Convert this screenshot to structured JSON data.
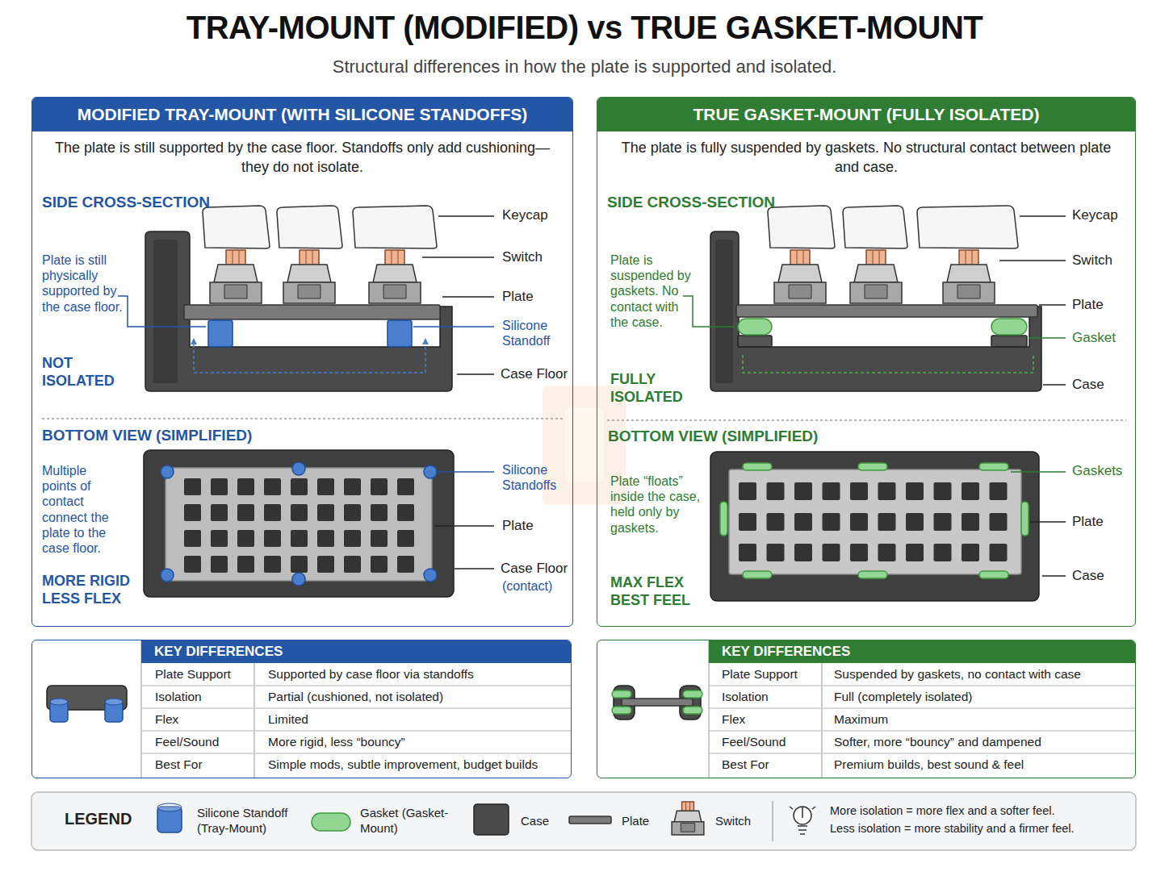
{
  "diagram": {
    "title": "TRAY-MOUNT (MODIFIED) vs TRUE GASKET-MOUNT",
    "nodes": [
      {
        "text": [
          "MODIFIED TRAY-MOUNT (WITH SILICONE STANDOFFS)",
          "The plate is still supported by the case floor. Standoffs only add cushioning—they do not isolate."
        ]
      },
      {
        "text": [
          "TRUE GASKET-MOUNT (FULLY ISOLATED)",
          "The plate is fully suspended by gaskets. No structural contact between plate and case."
        ]
      },
      {
        "text": [
          "KEY DIFFERENCES"
        ]
      },
      {
        "text": [
          "KEY DIFFERENCES"
        ]
      }
    ],
    "labels": [
      "Structural differences in how the plate is supported and isolated.",
      "SIDE CROSS-SECTION",
      "Plate is still physically supported by the case floor.",
      "NOT ISOLATED",
      "Keycap",
      "Switch",
      "Plate",
      "Silicone Standoff",
      "Case Floor",
      "BOTTOM VIEW (SIMPLIFIED)",
      "Multiple points of contact connect the plate to the case floor.",
      "MORE RIGID LESS FLEX",
      "Silicone Standoffs",
      "Plate",
      "Case Floor",
      "(contact)",
      "SIDE CROSS-SECTION",
      "Plate is suspended by gaskets. No contact with the case.",
      "FULLY ISOLATED",
      "Keycap",
      "Switch",
      "Plate",
      "Gasket",
      "Case",
      "BOTTOM VIEW (SIMPLIFIED)",
      "Plate “floats” inside the case, held only by gaskets.",
      "MAX FLEX BEST FEEL",
      "Gaskets",
      "Plate",
      "Case",
      "Plate Support",
      "Supported by case floor via standoffs",
      "Isolation",
      "Partial (cushioned, not isolated)",
      "Flex",
      "Limited",
      "Feel/Sound",
      "More rigid, less “bouncy”",
      "Best For",
      "Simple mods, subtle improvement, budget builds",
      "Plate Support",
      "Suspended by gaskets, no contact with case",
      "Isolation",
      "Full (completely isolated)",
      "Flex",
      "Maximum",
      "Feel/Sound",
      "Softer, more “bouncy” and dampened",
      "Best For",
      "Premium builds, best sound & feel",
      "LEGEND",
      "More isolation = more flex and a softer feel.",
      "Less isolation = more stability and a firmer feel."
    ],
    "legend": [
      {
        "text": "Silicone Standoff (Tray-Mount)",
        "color": "#4a7fd0"
      },
      {
        "text": "Gasket (Gasket-Mount)",
        "color": "#93d593"
      },
      {
        "text": "Case",
        "color": "#4a4a4a"
      },
      {
        "text": "Plate",
        "color": "#7a7a7a"
      },
      {
        "text": "Switch"
      }
    ]
  }
}
